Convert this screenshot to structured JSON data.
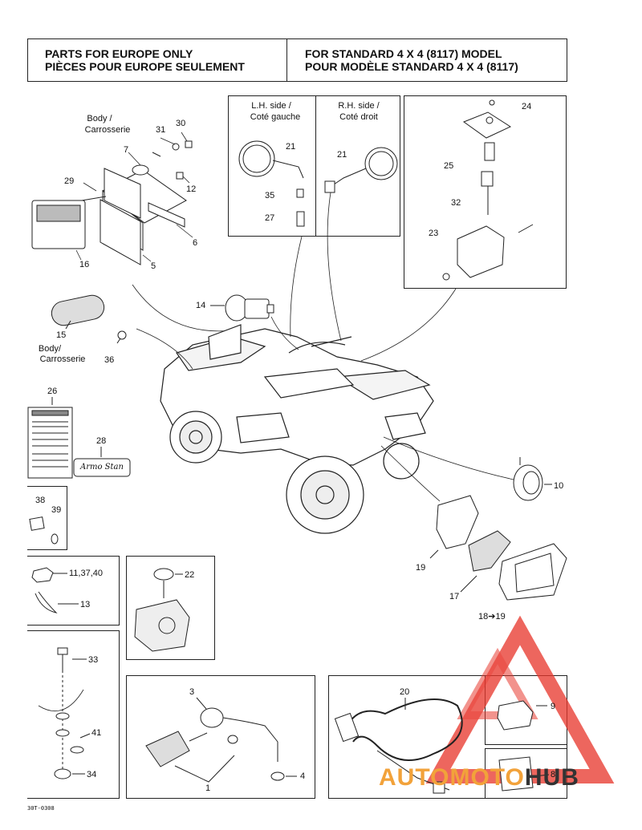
{
  "header": {
    "left_line1": "PARTS FOR EUROPE ONLY",
    "left_line2": "PIÈCES POUR EUROPE SEULEMENT",
    "right_line1": "FOR STANDARD 4 X 4 (8117) MODEL",
    "right_line2": "POUR MODÈLE STANDARD 4 X 4 (8117)"
  },
  "panel_titles": {
    "lh_side_en": "L.H. side /",
    "lh_side_fr": "Coté gauche",
    "rh_side_en": "R.H. side /",
    "rh_side_fr": "Coté droit",
    "body1_en": "Body /",
    "body1_fr": "Carrosserie",
    "body2_en": "Body/",
    "body2_fr": "Carrosserie"
  },
  "callouts": {
    "p30": "30",
    "p31": "31",
    "p7": "7",
    "p29": "29",
    "p12": "12",
    "p6": "6",
    "p16": "16",
    "p5": "5",
    "p21a": "21",
    "p35": "35",
    "p27": "27",
    "p21b": "21",
    "p24": "24",
    "p25": "25",
    "p32": "32",
    "p23": "23",
    "p14": "14",
    "p15": "15",
    "p36": "36",
    "p26": "26",
    "p28": "28",
    "p10": "10",
    "p38": "38",
    "p39": "39",
    "p19": "19",
    "p17": "17",
    "p18_19": "18➔19",
    "p11_37_40": "11,37,40",
    "p13": "13",
    "p22": "22",
    "p33": "33",
    "p41": "41",
    "p34": "34",
    "p3": "3",
    "p1": "1",
    "p4": "4",
    "p20": "20",
    "p9": "9",
    "p8": "8"
  },
  "sticker_text": "Armo Stan",
  "drawing_code": "30T-0308",
  "watermark": {
    "part1": "AUTOMOTO",
    "part2": "HUB",
    "color_red": "#e8372d",
    "color_orange": "#f2a23a",
    "color_dark": "#333333"
  }
}
